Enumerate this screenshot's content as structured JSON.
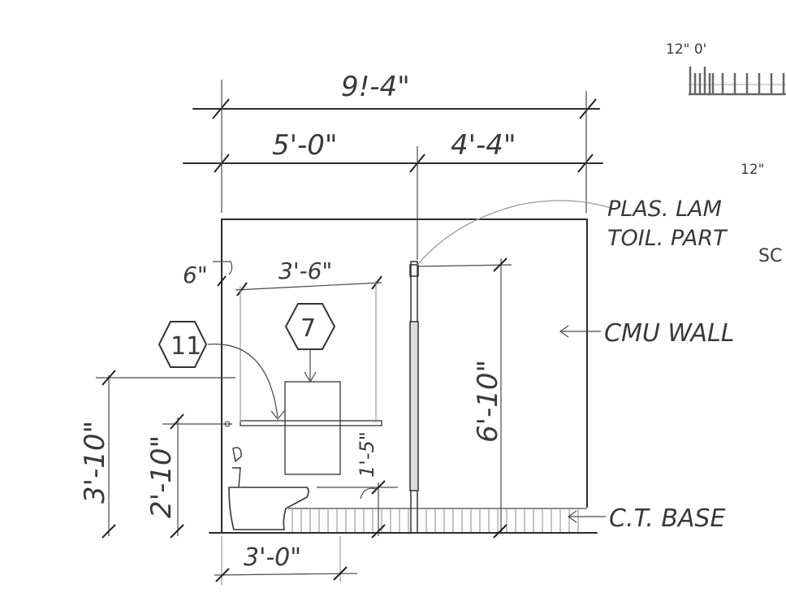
{
  "dimensions": {
    "overall_width": "9!-4\"",
    "left_span": "5'-0\"",
    "right_span": "4'-4\"",
    "offset_6": "6\"",
    "width_3_6": "3'-6\"",
    "height_3_10": "3'-10\"",
    "height_2_10": "2'-10\"",
    "height_1_5": "1'-5\"",
    "height_6_10": "6'-10\"",
    "width_3_0": "3'-0\""
  },
  "callouts": {
    "tag_11": "11",
    "tag_7": "7"
  },
  "notes": {
    "partition_line1": "PLAS. LAM",
    "partition_line2": "TOIL. PART",
    "partition_cut": "SC",
    "cmu_wall": "CMU WALL",
    "ct_base": "C.T. BASE"
  },
  "scales": {
    "scale_top": "12\"  0'",
    "scale_second": "12\""
  }
}
